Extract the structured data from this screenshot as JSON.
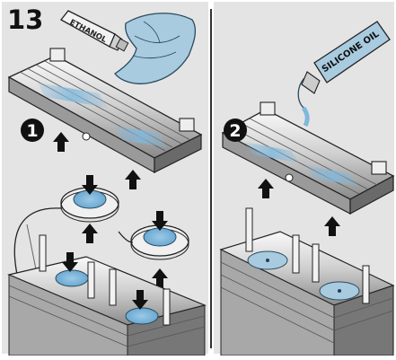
{
  "step_number": "13",
  "tube_labels": {
    "ethanol": "ETHANOL",
    "silicone_oil": "SILICONE OIL"
  },
  "callouts": [
    {
      "number": "1"
    },
    {
      "number": "2"
    }
  ],
  "colors": {
    "background": "#e4e4e4",
    "divider": "#333333",
    "metal_light": "#f4f4f4",
    "metal_mid": "#bdbdbd",
    "metal_dark": "#4a4a4a",
    "highlight_blue": "#7fb8dd",
    "cloth_blue": "#a9cbe0",
    "arrow": "#111111",
    "callout_bg": "#111111",
    "callout_text": "#ffffff"
  },
  "icons": [
    "ethanol-tube-icon",
    "cleaning-cloth-icon",
    "silicone-oil-tube-icon",
    "up-arrow-icon",
    "down-arrow-icon",
    "thermal-pad-icon"
  ]
}
